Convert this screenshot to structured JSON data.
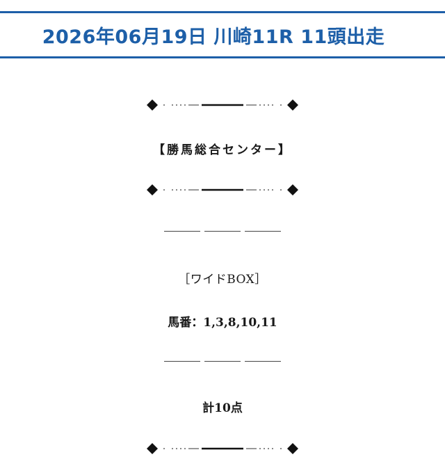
{
  "header": {
    "title": "2026年06月19日 川崎11R 11頭出走",
    "color": "#1d5fa8"
  },
  "brand": {
    "name": "【勝馬総合センター】"
  },
  "bet": {
    "type_label": "［ワイドBOX］",
    "numbers_text": "馬番：1,3,8,10,11",
    "total_text": "計10点"
  }
}
